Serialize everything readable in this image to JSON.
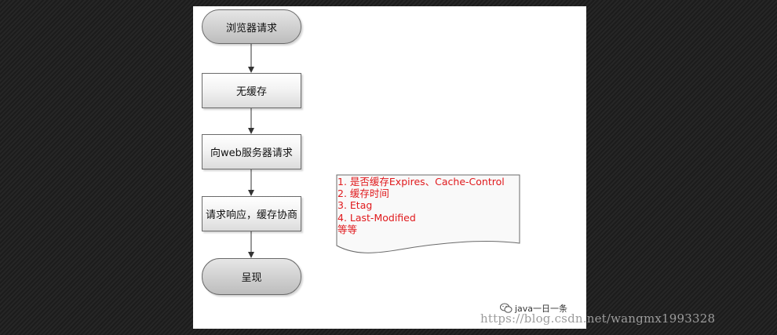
{
  "diagram": {
    "nodes": [
      {
        "id": "browser-request",
        "label": "浏览器请求",
        "shape": "rounded"
      },
      {
        "id": "no-cache",
        "label": "无缓存",
        "shape": "rect"
      },
      {
        "id": "request-server",
        "label": "向web服务器请求",
        "shape": "rect"
      },
      {
        "id": "response-cache",
        "label": "请求响应，缓存协商",
        "shape": "rect"
      },
      {
        "id": "render",
        "label": "呈现",
        "shape": "rounded"
      }
    ],
    "note": {
      "lines": [
        "1. 是否缓存Expires、Cache-Control",
        "2. 缓存时间",
        "3. Etag",
        "4. Last-Modified",
        "等等"
      ],
      "color": "#e0191c"
    }
  },
  "footer": {
    "wechat_label": "java一日一条",
    "watermark": "https://blog.csdn.net/wangmx1993328"
  }
}
